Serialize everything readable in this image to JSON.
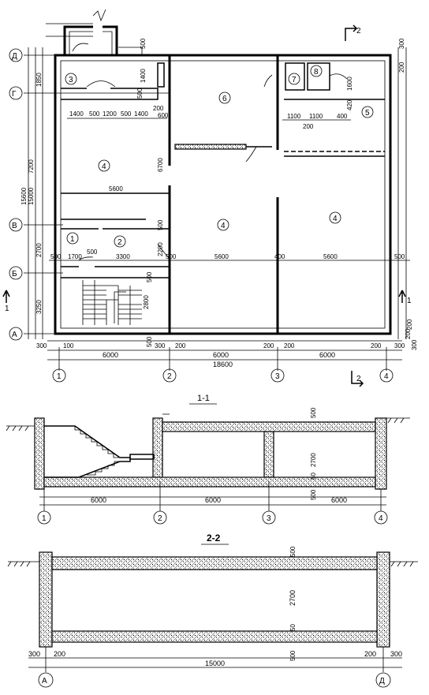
{
  "plan": {
    "axes_letters": [
      "Д",
      "Г",
      "В",
      "Б",
      "А"
    ],
    "axes_numbers": [
      "1",
      "2",
      "3",
      "4"
    ],
    "left_dims": [
      "1850",
      "7200",
      "15600",
      "15000",
      "2700",
      "3250"
    ],
    "top_dims": [
      "500",
      "1400",
      "300"
    ],
    "right_dims": [
      "200",
      "1600",
      "420",
      "200"
    ],
    "row_dims_top": [
      "1400",
      "500",
      "1200",
      "500",
      "1400",
      "200",
      "600"
    ],
    "row_dims_mid": [
      "5600",
      "6700",
      "500",
      "2200",
      "500"
    ],
    "row_dims_lower": [
      "500",
      "1700",
      "500",
      "3300",
      "500",
      "5600",
      "400",
      "5600",
      "500"
    ],
    "stair_dims": [
      "500",
      "2800"
    ],
    "right_block_dims": [
      "1100",
      "1100",
      "400",
      "200"
    ],
    "bottom_small": [
      "300",
      "100",
      "500",
      "300",
      "200",
      "200",
      "200",
      "200",
      "300"
    ],
    "bottom_spans": [
      "6000",
      "6000",
      "6000"
    ],
    "total": "18600",
    "right_bottom": [
      "200",
      "300"
    ],
    "rooms": [
      "1",
      "2",
      "3",
      "4",
      "4",
      "4",
      "5",
      "6",
      "7",
      "8"
    ],
    "section_marks": [
      "1",
      "1",
      "2",
      "2"
    ]
  },
  "section11": {
    "title": "1-1",
    "dims": [
      "500",
      "2700",
      "50",
      "500"
    ],
    "spans": [
      "6000",
      "6000",
      "6000"
    ],
    "axes": [
      "1",
      "2",
      "3",
      "4"
    ]
  },
  "section22": {
    "title": "2-2",
    "dims": [
      "500",
      "2700",
      "50",
      "500"
    ],
    "bottom": [
      "300",
      "200",
      "15000",
      "200",
      "300"
    ],
    "axes": [
      "А",
      "Д"
    ]
  }
}
